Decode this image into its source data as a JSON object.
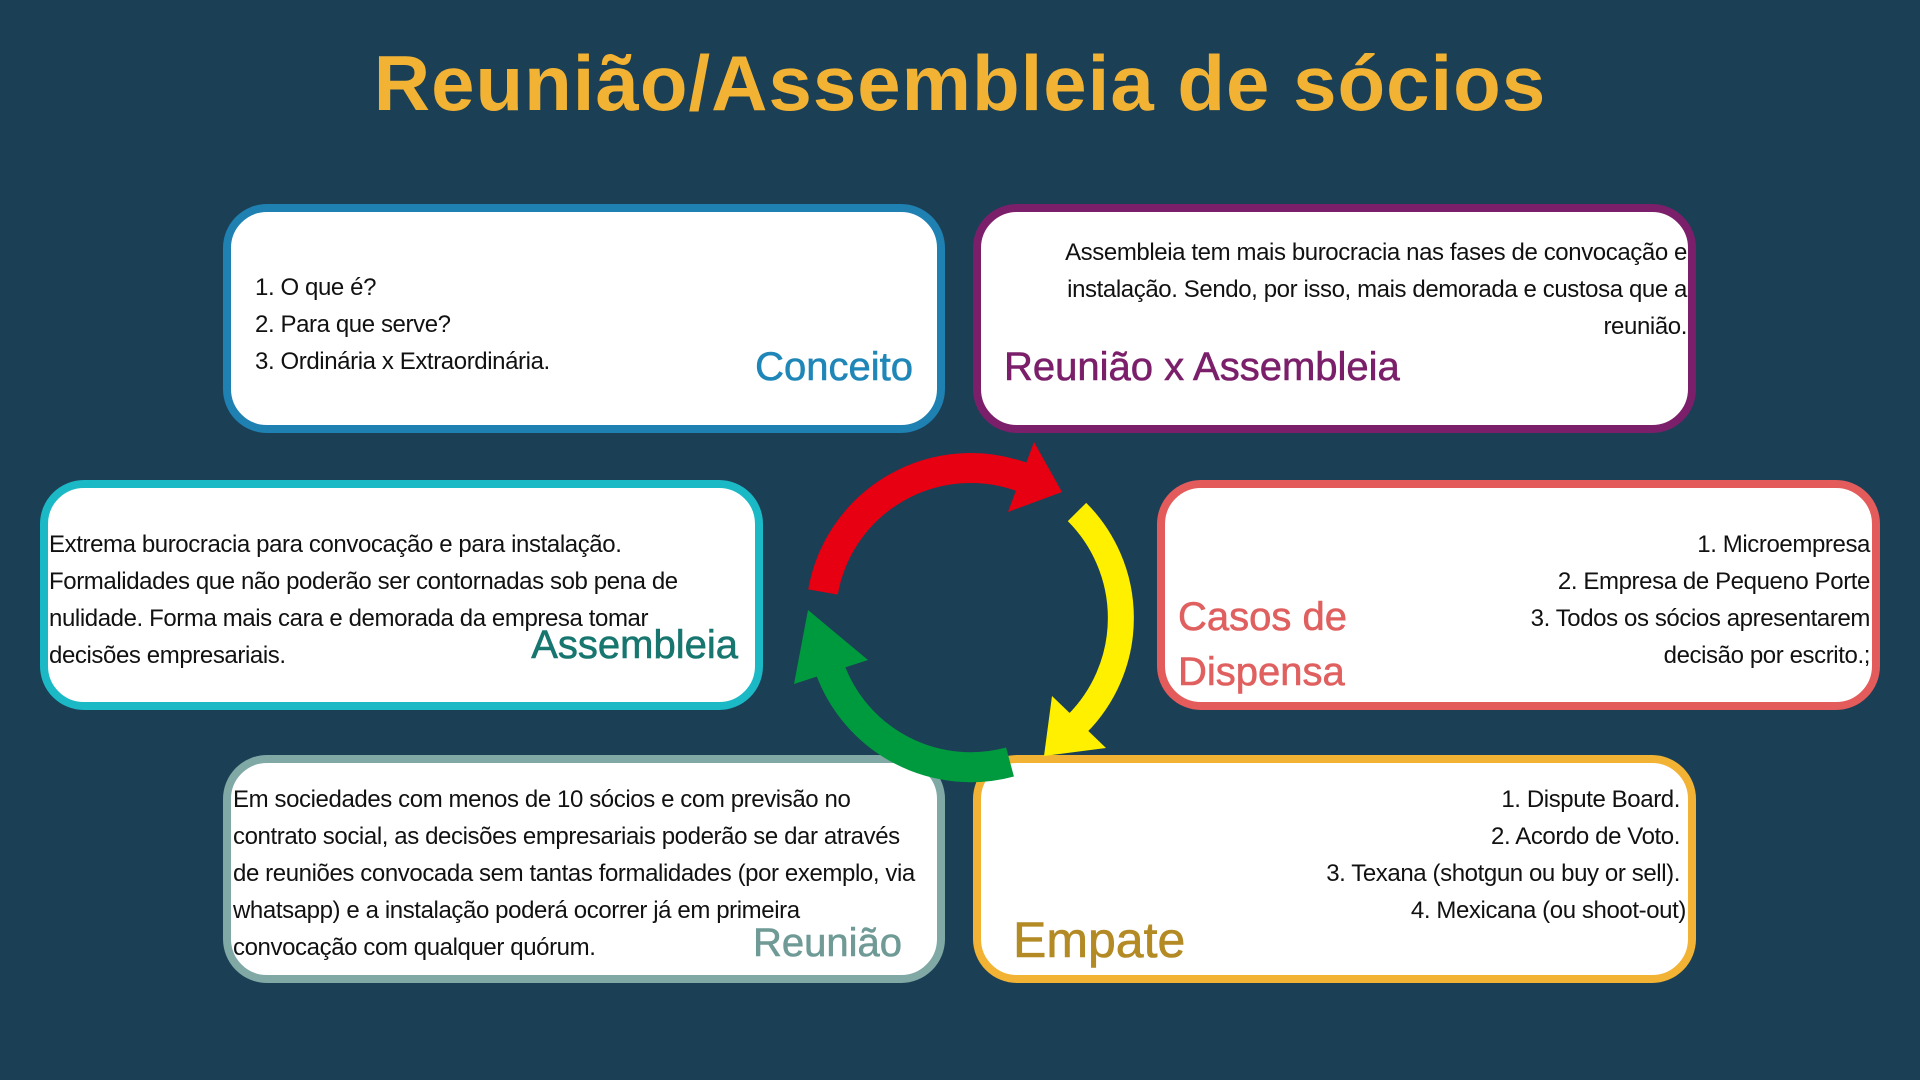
{
  "title": "Reunião/Assembleia de sócios",
  "boxes": {
    "conceito": {
      "label": "Conceito",
      "lines": [
        "1. O que é?",
        "2. Para que serve?",
        "3. Ordinária x Extraordinária."
      ],
      "color": "#1f80b2"
    },
    "reuniao_x_assembleia": {
      "label": "Reunião x Assembleia",
      "lines": [
        "Assembleia tem mais burocracia nas fases de convocação e",
        "instalação. Sendo, por isso, mais demorada e custosa que a",
        "reunião."
      ],
      "color": "#7b1f6a"
    },
    "assembleia": {
      "label": "Assembleia",
      "lines": [
        "Extrema burocracia para convocação e para instalação.",
        "Formalidades que não poderão ser contornadas sob pena de",
        "nulidade. Forma mais cara e demorada da empresa tomar",
        "decisões empresariais."
      ],
      "color": "#1bb9c6"
    },
    "casos_de_dispensa": {
      "label_lines": [
        "Casos de",
        "Dispensa"
      ],
      "lines": [
        "1. Microempresa",
        "2. Empresa de Pequeno Porte",
        "3. Todos os sócios apresentarem",
        "decisão por escrito.;"
      ],
      "color": "#e45b5b"
    },
    "reuniao": {
      "label": "Reunião",
      "lines": [
        "Em sociedades com menos de 10 sócios e com previsão no",
        "contrato social, as decisões empresariais poderão se dar através",
        "de reuniões convocada sem tantas formalidades (por exemplo, via",
        "whatsapp) e a instalação poderá ocorrer já em primeira",
        "convocação com qualquer quórum."
      ],
      "color": "#80a9a5"
    },
    "empate": {
      "label": "Empate",
      "lines": [
        "1. Dispute Board.",
        "2. Acordo de Voto.",
        "3. Texana (shotgun ou buy or sell).",
        "4. Mexicana (ou shoot-out)"
      ],
      "color": "#f2b233"
    }
  },
  "cycle_colors": {
    "red": "#e60012",
    "yellow": "#fff000",
    "green": "#009a3e"
  }
}
